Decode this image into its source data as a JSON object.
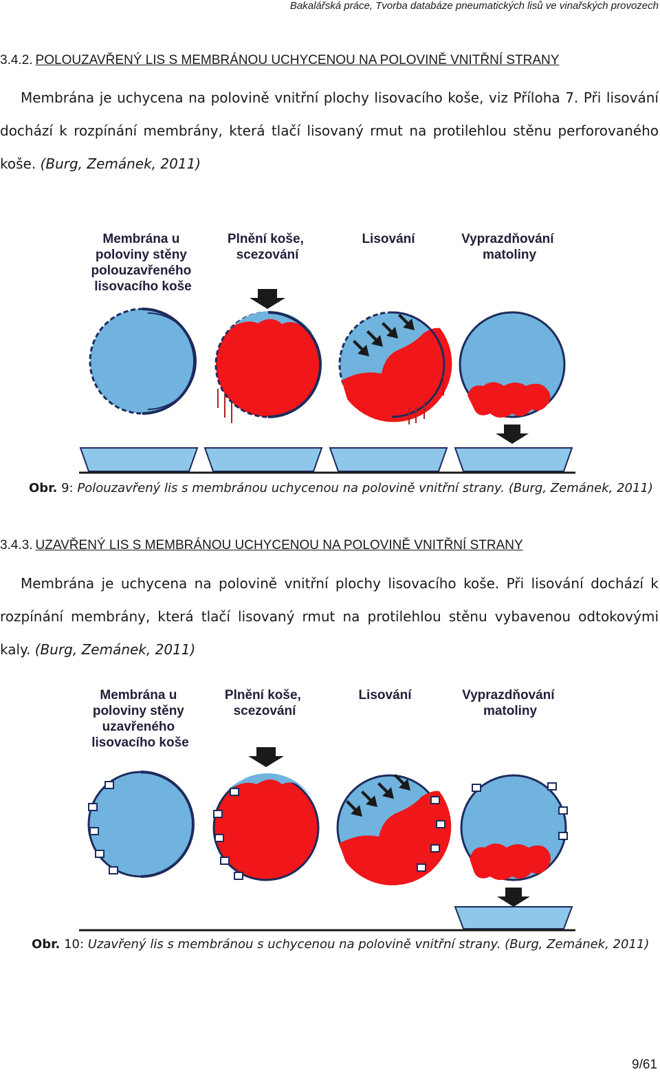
{
  "running_header": "Bakalářská práce, Tvorba databáze pneumatických lisů ve vinařských provozech",
  "sections": [
    {
      "number": "3.4.2.",
      "title": "POLOUZAVŘENÝ LIS S MEMBRÁNOU UCHYCENOU NA POLOVINĚ VNITŘNÍ STRANY",
      "paragraph": "Membrána je uchycena na polovině vnitřní plochy lisovacího koše, viz Příloha 7. Při lisování dochází k rozpínání membrány, která tlačí lisovaný rmut na protilehlou stěnu perforovaného koše.",
      "citation": "(Burg, Zemánek, 2011)"
    },
    {
      "number": "3.4.3.",
      "title": "UZAVŘENÝ LIS S MEMBRÁNOU UCHYCENOU NA POLOVINĚ VNITŘNÍ STRANY",
      "paragraph": "Membrána je uchycena na polovině vnitřní plochy lisovacího koše. Při lisování dochází k rozpínání membrány, která tlačí lisovaný rmut na protilehlou stěnu vybavenou odtokovými kaly.",
      "citation": "(Burg, Zemánek, 2011)"
    }
  ],
  "figures": [
    {
      "labels": {
        "stage1": [
          "Membrána u",
          "poloviny stěny",
          "polouzavřeného",
          "lisovacího koše"
        ],
        "stage2": [
          "Plnění koše,",
          "scezování"
        ],
        "stage3": [
          "Lisování"
        ],
        "stage4": [
          "Vyprazdňování",
          "matoliny"
        ]
      },
      "caption_label": "Obr.",
      "caption_number": "9",
      "caption_text": "Polouzavřený lis s membránou uchycenou na polovině vnitřní strany. (Burg, Zemánek, 2011)"
    },
    {
      "labels": {
        "stage1": [
          "Membrána u",
          "poloviny stěny",
          "uzavřeného",
          "lisovacího koše"
        ],
        "stage2": [
          "Plnění koše,",
          "scezování"
        ],
        "stage3": [
          "Lisování"
        ],
        "stage4": [
          "Vyprazdňování",
          "matoliny"
        ]
      },
      "caption_label": "Obr.",
      "caption_number": "10",
      "caption_text": "Uzavřený lis s membránou s uchycenou na polovině vnitřní strany. (Burg, Zemánek, 2011)"
    }
  ],
  "page_number": "9/61",
  "colors": {
    "membrane_blue": "#6fb3de",
    "must_red": "#f0161a",
    "outline": "#1d2b5c",
    "trough_blue": "#8fc7ea"
  }
}
